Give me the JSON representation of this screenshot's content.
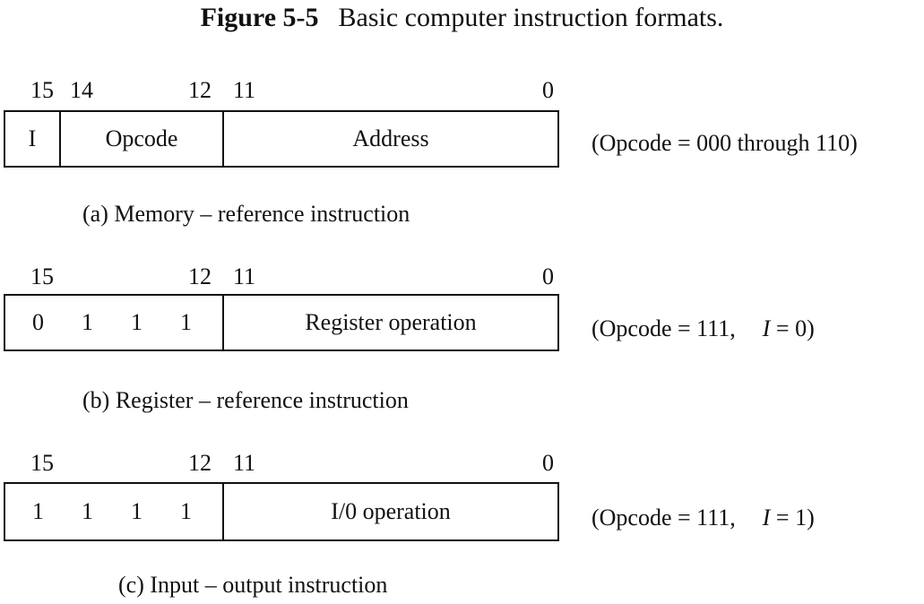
{
  "figure": {
    "label": "Figure 5-5",
    "title": "Basic computer instruction formats."
  },
  "formats": [
    {
      "bits": {
        "b15": "15",
        "b14": "14",
        "b12": "12",
        "b11": "11",
        "b0": "0"
      },
      "fields": {
        "i": "I",
        "opcode": "Opcode",
        "address": "Address"
      },
      "note": "(Opcode =  000 through 110)",
      "caption": "(a) Memory – reference instruction"
    },
    {
      "bits": {
        "b15": "15",
        "b12": "12",
        "b11": "11",
        "b0": "0"
      },
      "opcode_bits": [
        "0",
        "1",
        "1",
        "1"
      ],
      "field": "Register operation",
      "note_prefix": "(Opcode = 111,",
      "note_var": "I",
      "note_suffix": " = 0)",
      "caption": "(b) Register – reference instruction"
    },
    {
      "bits": {
        "b15": "15",
        "b12": "12",
        "b11": "11",
        "b0": "0"
      },
      "opcode_bits": [
        "1",
        "1",
        "1",
        "1"
      ],
      "field": "I/0 operation",
      "note_prefix": "(Opcode = 111,",
      "note_var": "I",
      "note_suffix": " = 1)",
      "caption": "(c) Input – output instruction"
    }
  ]
}
